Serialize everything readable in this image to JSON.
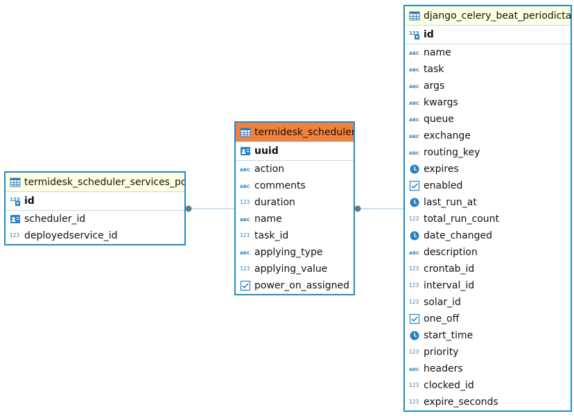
{
  "colors": {
    "border": "#1e8bc8",
    "header": "#ffffe1",
    "selected_header": "#f1823d",
    "connector": "#5b7a8e"
  },
  "entities": [
    {
      "name": "termidesk_scheduler_services_pools",
      "selected": false,
      "pk": [
        {
          "name": "id",
          "icon": "numeric-key-icon"
        }
      ],
      "columns": [
        {
          "name": "scheduler_id",
          "icon": "foreign-key-icon"
        },
        {
          "name": "deployedservice_id",
          "icon": "numeric-icon"
        }
      ]
    },
    {
      "name": "termidesk_scheduler",
      "selected": true,
      "pk": [
        {
          "name": "uuid",
          "icon": "foreign-key-icon"
        }
      ],
      "columns": [
        {
          "name": "action",
          "icon": "text-icon"
        },
        {
          "name": "comments",
          "icon": "text-icon"
        },
        {
          "name": "duration",
          "icon": "numeric-icon"
        },
        {
          "name": "name",
          "icon": "text-icon"
        },
        {
          "name": "task_id",
          "icon": "numeric-icon"
        },
        {
          "name": "applying_type",
          "icon": "text-icon"
        },
        {
          "name": "applying_value",
          "icon": "numeric-icon"
        },
        {
          "name": "power_on_assigned",
          "icon": "checkbox-icon"
        }
      ]
    },
    {
      "name": "django_celery_beat_periodictask",
      "selected": false,
      "pk": [
        {
          "name": "id",
          "icon": "numeric-key-icon"
        }
      ],
      "columns": [
        {
          "name": "name",
          "icon": "text-icon"
        },
        {
          "name": "task",
          "icon": "text-icon"
        },
        {
          "name": "args",
          "icon": "text-icon"
        },
        {
          "name": "kwargs",
          "icon": "text-icon"
        },
        {
          "name": "queue",
          "icon": "text-icon"
        },
        {
          "name": "exchange",
          "icon": "text-icon"
        },
        {
          "name": "routing_key",
          "icon": "text-icon"
        },
        {
          "name": "expires",
          "icon": "clock-icon"
        },
        {
          "name": "enabled",
          "icon": "checkbox-icon"
        },
        {
          "name": "last_run_at",
          "icon": "clock-icon"
        },
        {
          "name": "total_run_count",
          "icon": "numeric-icon"
        },
        {
          "name": "date_changed",
          "icon": "clock-icon"
        },
        {
          "name": "description",
          "icon": "text-icon"
        },
        {
          "name": "crontab_id",
          "icon": "numeric-icon"
        },
        {
          "name": "interval_id",
          "icon": "numeric-icon"
        },
        {
          "name": "solar_id",
          "icon": "numeric-icon"
        },
        {
          "name": "one_off",
          "icon": "checkbox-icon"
        },
        {
          "name": "start_time",
          "icon": "clock-icon"
        },
        {
          "name": "priority",
          "icon": "numeric-icon"
        },
        {
          "name": "headers",
          "icon": "text-icon"
        },
        {
          "name": "clocked_id",
          "icon": "numeric-icon"
        },
        {
          "name": "expire_seconds",
          "icon": "numeric-icon"
        }
      ]
    }
  ]
}
